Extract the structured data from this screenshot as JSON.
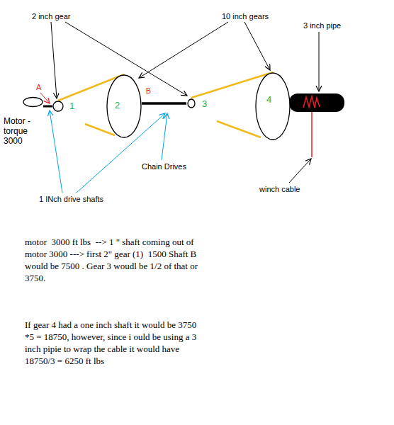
{
  "diagram": {
    "nodes": [
      {
        "text": [
          "Motor - torque 3000"
        ]
      },
      {
        "text": [
          "1"
        ]
      },
      {
        "text": [
          "2"
        ]
      },
      {
        "text": [
          "3"
        ]
      },
      {
        "text": [
          "4"
        ]
      }
    ],
    "edges": [
      {
        "from": 0,
        "to": 1,
        "arrow": "none"
      },
      {
        "from": 1,
        "to": 2,
        "arrow": "none"
      },
      {
        "from": 2,
        "to": 3,
        "label": "B",
        "arrow": "none"
      },
      {
        "from": 3,
        "to": 4,
        "arrow": "none"
      }
    ],
    "labels": [
      "2 inch gear",
      "10 inch gears",
      "3 inch pipe",
      "A",
      "Chain Drives",
      "1 INch drive shafts",
      "winch cable",
      "motor  3000 ft lbs  --> 1 \" shaft coming out of motor 3000 ---> first 2\" gear (1)  1500 Shaft B  would be 7500 . Gear 3 woudl be 1/2 of that or 3750.",
      "If gear 4 had a one inch shaft it would be 3750 *5 = 18750, however, since i ould be using a 3 inch pipie to wrap the cable it would have 18750/3 = 6250 ft lbs"
    ]
  }
}
